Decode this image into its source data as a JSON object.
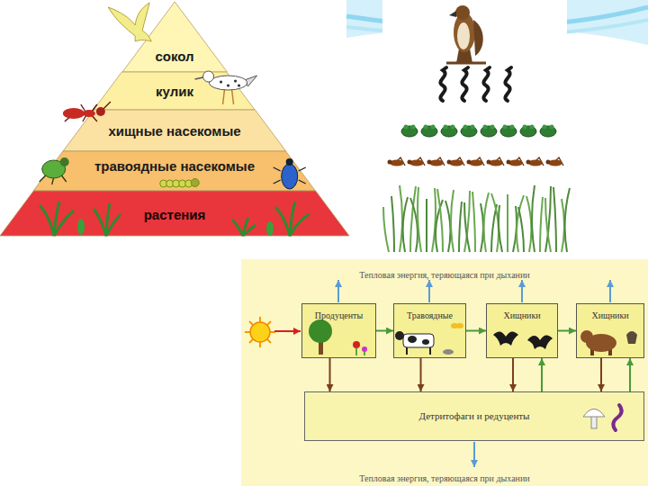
{
  "diagram": {
    "nodes": [
      {
        "text": [
          "сокол"
        ]
      },
      {
        "text": [
          "кулик"
        ]
      },
      {
        "text": [
          "хищные насекомые"
        ]
      },
      {
        "text": [
          "травоядные насекомые"
        ]
      },
      {
        "text": [
          "растения"
        ]
      },
      {
        "text": [
          "Продуценты"
        ]
      },
      {
        "text": [
          "Травоядные"
        ]
      },
      {
        "text": [
          "Хищники"
        ]
      },
      {
        "text": [
          "Хищники"
        ]
      },
      {
        "text": [
          "Детритофаги и редуценты"
        ]
      }
    ],
    "edges": [
      {
        "from": 5,
        "to": 6,
        "arrow": "to"
      },
      {
        "from": 6,
        "to": 7,
        "arrow": "to"
      },
      {
        "from": 7,
        "to": 8,
        "arrow": "to"
      },
      {
        "from": 5,
        "to": 9,
        "arrow": "to"
      },
      {
        "from": 6,
        "to": 9,
        "arrow": "to"
      },
      {
        "from": 7,
        "to": 9,
        "arrow": "to"
      },
      {
        "from": 8,
        "to": 9,
        "arrow": "to"
      },
      {
        "from": 9,
        "to": 7,
        "arrow": "to"
      },
      {
        "from": 9,
        "to": 8,
        "arrow": "to"
      }
    ],
    "labels": [
      "Тепловая энергия, теряющаяся при дыхании",
      "Тепловая энергия, теряющаяся при дыхании"
    ]
  }
}
